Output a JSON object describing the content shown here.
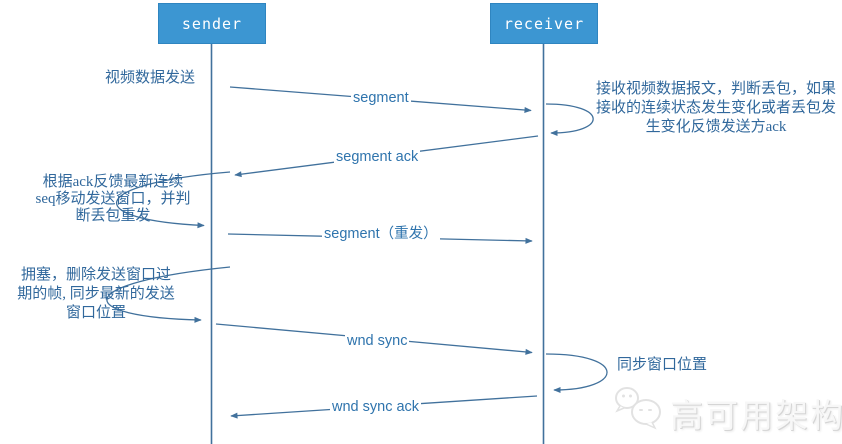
{
  "diagram": {
    "title_hint": "sliding-window video transport sequence diagram",
    "actors": [
      {
        "label": "sender"
      },
      {
        "label": "receiver"
      }
    ],
    "messages": [
      {
        "label": "segment",
        "from": "sender",
        "to": "receiver"
      },
      {
        "label": "segment ack",
        "from": "receiver",
        "to": "sender"
      },
      {
        "label": "segment（重发）",
        "from": "sender",
        "to": "receiver"
      },
      {
        "label": "wnd sync",
        "from": "sender",
        "to": "receiver"
      },
      {
        "label": "wnd sync ack",
        "from": "receiver",
        "to": "sender"
      }
    ],
    "notes": [
      {
        "side": "sender",
        "text": "视频数据发送"
      },
      {
        "side": "receiver",
        "text": "接收视频数据报文，判断丢包，如果\n接收的连续状态发生变化或者丢包发\n生变化反馈发送方ack"
      },
      {
        "side": "sender",
        "text": "根据ack反馈最新连续\nseq移动发送窗口，并判\n断丢包重发"
      },
      {
        "side": "sender",
        "text": "拥塞，删除发送窗口过\n期的帧, 同步最新的发送\n窗口位置"
      },
      {
        "side": "receiver",
        "text": "同步窗口位置"
      }
    ],
    "colors": {
      "actor_fill": "#3c96d2",
      "actor_border": "#2f85c0",
      "actor_text": "#ffffff",
      "wire": "#41719c",
      "label_text": "#2f74ad",
      "note_text": "#31689c",
      "watermark": "#f7f7f7"
    }
  },
  "watermark": {
    "text": "高可用架构",
    "icon": "wechat-logo"
  }
}
